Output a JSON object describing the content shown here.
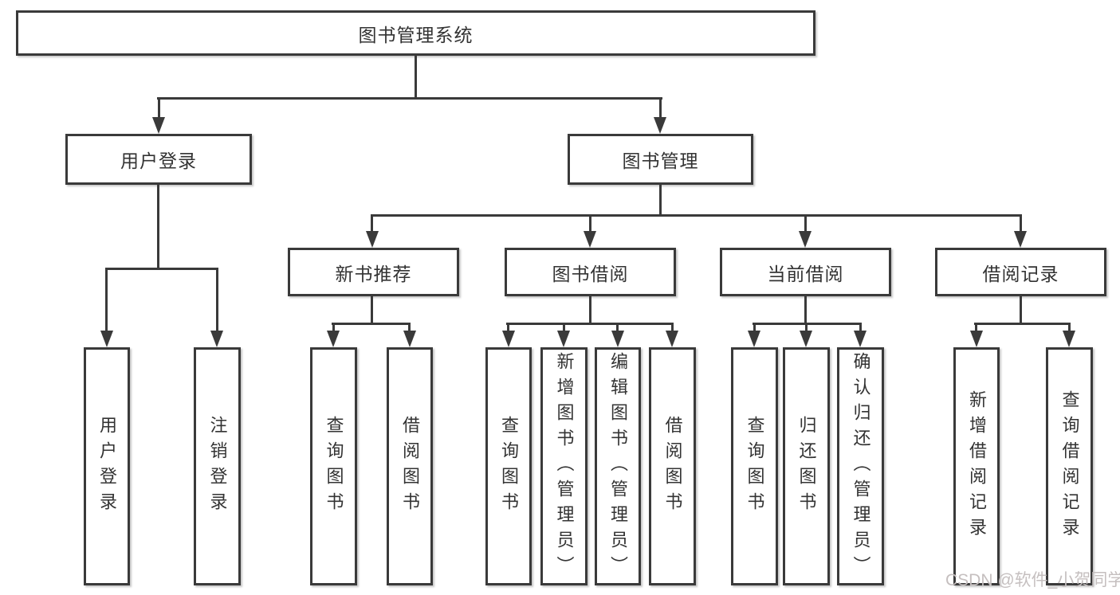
{
  "diagram": {
    "root": "图书管理系统",
    "level2": {
      "user_login": "用户登录",
      "book_management": "图书管理"
    },
    "level3": {
      "new_book_recommend": "新书推荐",
      "book_borrow": "图书借阅",
      "current_borrow": "当前借阅",
      "borrow_records": "借阅记录"
    },
    "leaves": {
      "user_login": [
        "用户登录",
        "注销登录"
      ],
      "new_book_recommend": [
        "查询图书",
        "借阅图书"
      ],
      "book_borrow": [
        "查询图书",
        "新增图书（管理员）",
        "编辑图书（管理员）",
        "借阅图书"
      ],
      "current_borrow": [
        "查询图书",
        "归还图书",
        "确认归还（管理员）"
      ],
      "borrow_records": [
        "新增借阅记录",
        "查询借阅记录"
      ]
    },
    "colors": {
      "line": "#3a3a3a",
      "text": "#333333",
      "background": "#ffffff",
      "watermark": "#c5bfbf"
    },
    "watermark": "CSDN @软件_小贺同学"
  }
}
